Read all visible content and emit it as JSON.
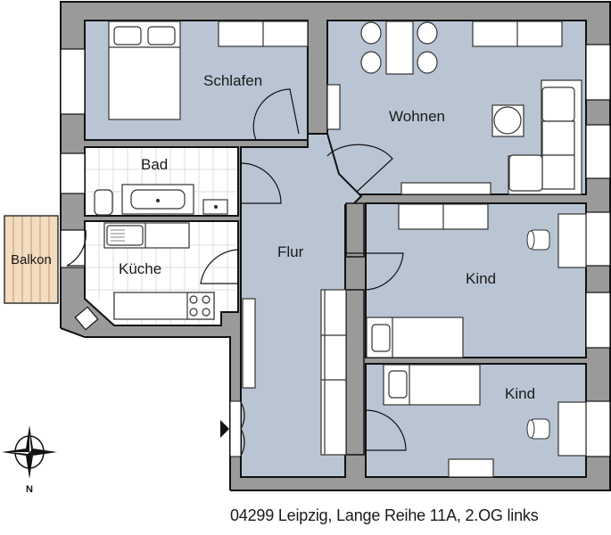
{
  "floorplan": {
    "address": "04299 Leipzig, Lange Reihe 11A, 2.OG links",
    "rooms": [
      {
        "id": "schlafen",
        "label": "Schlafen"
      },
      {
        "id": "wohnen",
        "label": "Wohnen"
      },
      {
        "id": "bad",
        "label": "Bad"
      },
      {
        "id": "kueche",
        "label": "Küche"
      },
      {
        "id": "balkon",
        "label": "Balkon"
      },
      {
        "id": "flur",
        "label": "Flur"
      },
      {
        "id": "kind1",
        "label": "Kind"
      },
      {
        "id": "kind2",
        "label": "Kind"
      }
    ],
    "compass": {
      "north_label": "N"
    },
    "entrance_marker": "entrance-arrow",
    "colors": {
      "wall": "#9a9a9a",
      "wall_outline": "#111111",
      "room_fill": "#b9c5d3",
      "wet_room_fill": "#ffffff",
      "balcony_fill": "#f3dcc0",
      "furniture": "#ffffff"
    }
  }
}
